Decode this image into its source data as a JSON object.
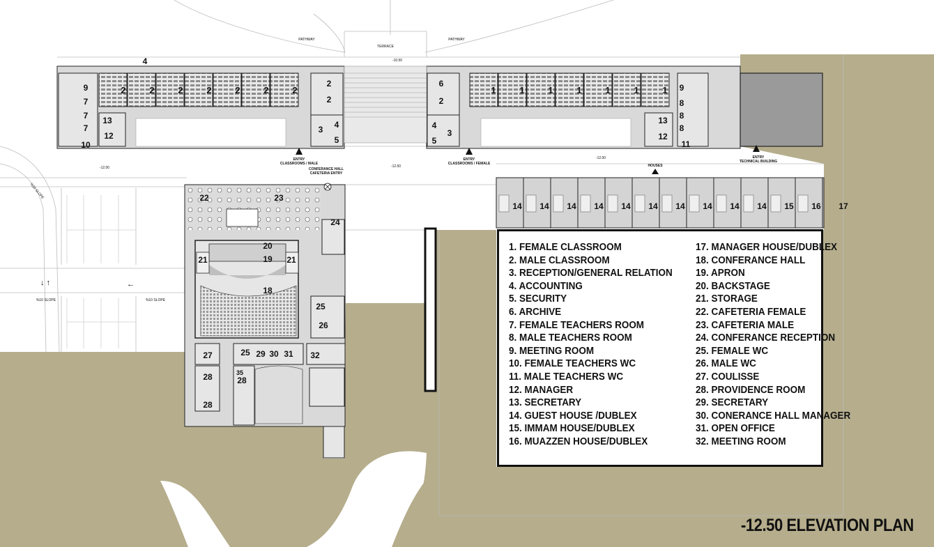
{
  "plan_title": "-12.50 ELEVATION PLAN",
  "legend": {
    "left": [
      "1. FEMALE CLASSROOM",
      "2. MALE CLASSROOM",
      "3. RECEPTION/GENERAL RELATION",
      "4. ACCOUNTING",
      "5. SECURITY",
      "6. ARCHIVE",
      "7. FEMALE TEACHERS ROOM",
      "8. MALE TEACHERS ROOM",
      "9. MEETING ROOM",
      "10. FEMALE TEACHERS WC",
      "11. MALE TEACHERS WC",
      "12. MANAGER",
      "13. SECRETARY",
      "14. GUEST HOUSE /DUBLEX",
      "15. IMMAM HOUSE/DUBLEX",
      "16. MUAZZEN HOUSE/DUBLEX"
    ],
    "right": [
      "17. MANAGER HOUSE/DUBLEX",
      "18. CONFERANCE HALL",
      "19. APRON",
      "20. BACKSTAGE",
      "21. STORAGE",
      "22. CAFETERIA FEMALE",
      "23. CAFETERIA MALE",
      "24. CONFERANCE RECEPTION",
      "25. FEMALE WC",
      "26. MALE WC",
      "27. COULISSE",
      "28. PROVIDENCE ROOM",
      "29. SECRETARY",
      "30. CONERANCE HALL MANAGER",
      "31. OPEN OFFICE",
      "32. MEETING ROOM"
    ]
  },
  "entries": {
    "male": "ENTRY\nCLASSROOMS / MALE",
    "female": "ENTRY\nCLASSROOMS / FEMALE",
    "conference": "CONFERANCE HALL\nCAFETERIA ENTRY",
    "technical": "ENTRY\nTECHNICAL BUILDING",
    "houses": "HOUSES"
  },
  "site_text": {
    "pathway": "PATHWAY",
    "terrace": "TERRACE",
    "level_top": "-10.50",
    "level_a": "-12.00",
    "level_b": "-12.50",
    "level_c": "-12.00",
    "slope": "%10 SLOPE",
    "slope2": "%10 SLOPE"
  },
  "room_numbers": {
    "left_wing_classrooms": [
      "2",
      "2",
      "2",
      "2",
      "2",
      "2",
      "2"
    ],
    "right_wing_classrooms": [
      "1",
      "1",
      "1",
      "1",
      "1",
      "1",
      "1"
    ],
    "left_block": [
      "9",
      "7",
      "7",
      "7",
      "10",
      "13",
      "12"
    ],
    "left_center": [
      "2",
      "2",
      "3",
      "4",
      "5"
    ],
    "right_center": [
      "6",
      "2",
      "4",
      "3",
      "5"
    ],
    "right_block": [
      "9",
      "8",
      "8",
      "8",
      "11",
      "13",
      "12"
    ],
    "wing_marker": "4",
    "houses": [
      "14",
      "14",
      "14",
      "14",
      "14",
      "14",
      "14",
      "14",
      "14",
      "14",
      "15",
      "16",
      "17"
    ],
    "conference": [
      "22",
      "23",
      "24",
      "20",
      "19",
      "21",
      "21",
      "18",
      "25",
      "26",
      "27",
      "25",
      "29",
      "30",
      "31",
      "32",
      "28",
      "28",
      "35",
      "28"
    ]
  },
  "colors": {
    "ground": "#b5ad8c",
    "building": "#d9d9d9",
    "room": "#e6e6e6",
    "wall": "#222222",
    "legend_border": "#111111"
  }
}
